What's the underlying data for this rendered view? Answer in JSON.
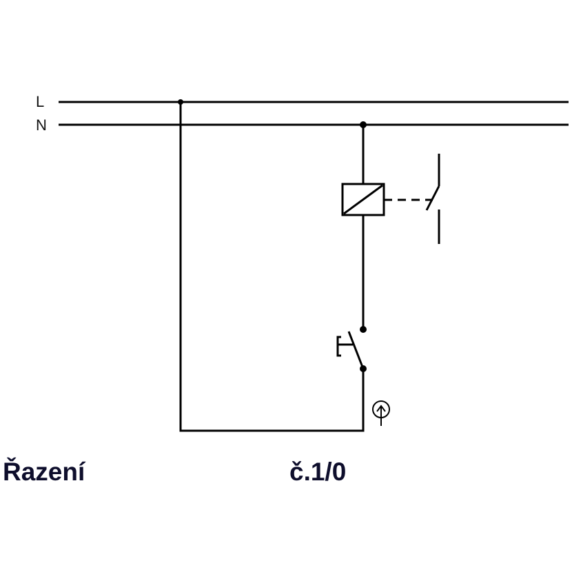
{
  "lines": {
    "L": "L",
    "N": "N"
  },
  "caption": {
    "title": "Řazení",
    "number": "č.1/0"
  },
  "colors": {
    "wire": "#000000",
    "text": "#0e0e2c"
  }
}
